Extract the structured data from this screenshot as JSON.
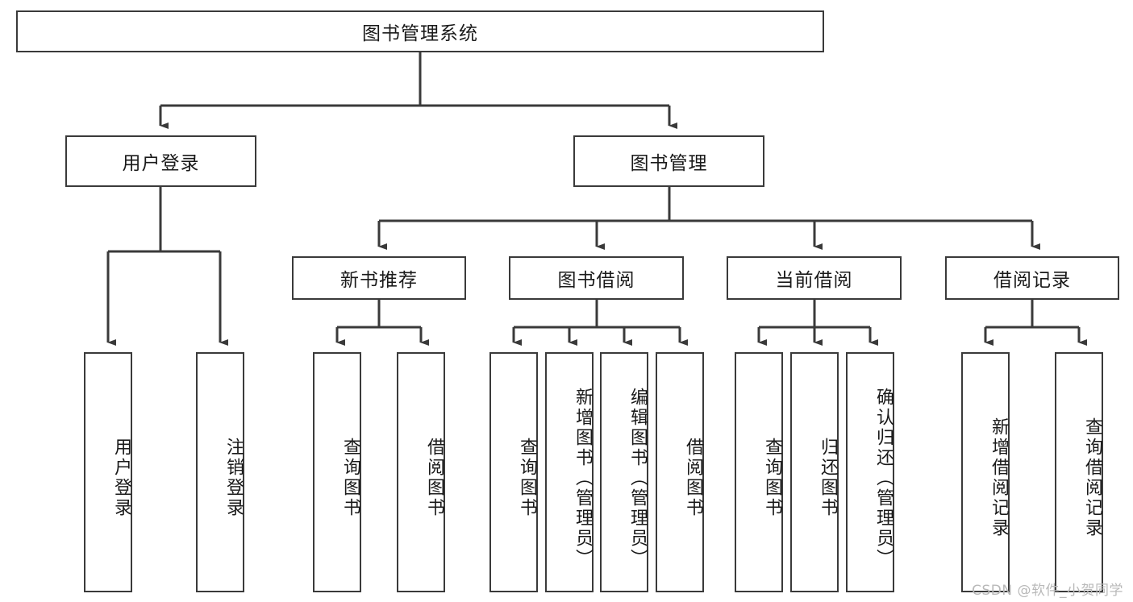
{
  "diagram": {
    "type": "tree-hierarchy",
    "root": {
      "label": "图书管理系统"
    },
    "level2": [
      {
        "label": "用户登录"
      },
      {
        "label": "图书管理"
      }
    ],
    "level3": [
      {
        "label": "新书推荐"
      },
      {
        "label": "图书借阅"
      },
      {
        "label": "当前借阅"
      },
      {
        "label": "借阅记录"
      }
    ],
    "leaves": {
      "user_login": [
        {
          "label": "用户登录"
        },
        {
          "label": "注销登录"
        }
      ],
      "new_book_recommend": [
        {
          "label": "查询图书"
        },
        {
          "label": "借阅图书"
        }
      ],
      "book_borrow": [
        {
          "label": "查询图书"
        },
        {
          "label": "新增图书（管理员）"
        },
        {
          "label": "编辑图书（管理员）"
        },
        {
          "label": "借阅图书"
        }
      ],
      "current_borrow": [
        {
          "label": "查询图书"
        },
        {
          "label": "归还图书"
        },
        {
          "label": "确认归还（管理员）"
        }
      ],
      "borrow_record": [
        {
          "label": "新增借阅记录"
        },
        {
          "label": "查询借阅记录"
        }
      ]
    }
  },
  "watermark": {
    "text": "CSDN @软件_小贺同学"
  },
  "colors": {
    "stroke": "#3a3a3a",
    "text": "#1a1a1a",
    "background": "#ffffff",
    "watermark": "#b9b9b9"
  }
}
